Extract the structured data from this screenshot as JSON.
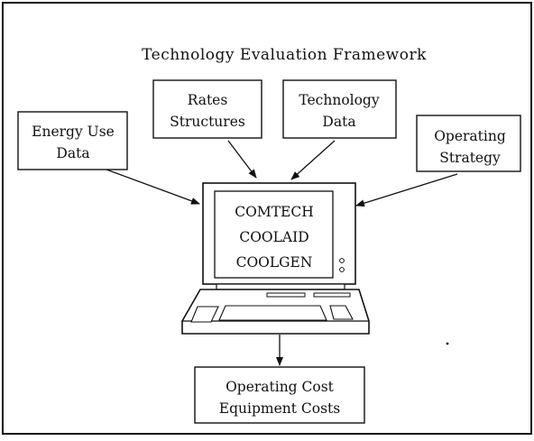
{
  "title": "Technology Evaluation Framework",
  "inputs": {
    "energy_use": [
      "Energy Use",
      "Data"
    ],
    "rates": [
      "Rates",
      "Structures"
    ],
    "technology": [
      "Technology",
      "Data"
    ],
    "operating": [
      "Operating",
      "Strategy"
    ]
  },
  "screen_programs": [
    "COMTECH",
    "COOLAID",
    "COOLGEN"
  ],
  "output": [
    "Operating Cost",
    "Equipment Costs"
  ],
  "icons": {
    "computer": "computer-terminal-icon"
  }
}
